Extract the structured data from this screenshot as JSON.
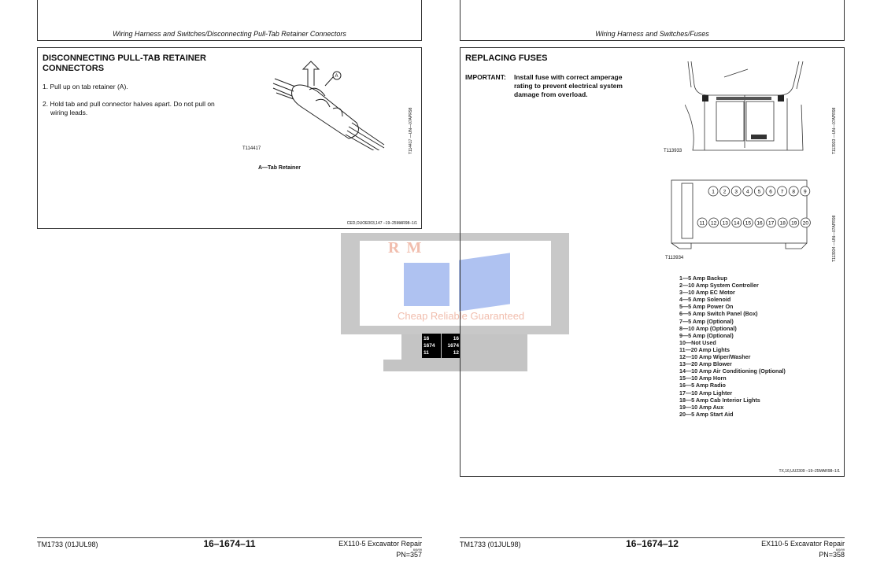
{
  "left_page": {
    "header": "Wiring Harness and Switches/Disconnecting Pull-Tab Retainer Connectors",
    "title": "DISCONNECTING PULL-TAB RETAINER CONNECTORS",
    "steps": [
      "1.  Pull up on tab retainer (A).",
      "2.  Hold tab and pull connector halves apart. Do not pull on wiring leads."
    ],
    "callout": "A",
    "figure_id": "T114417",
    "figure_side_label": "T114417  —UN—07APR98",
    "legend": "A—Tab Retainer",
    "doc_ref": "CED,OUOE003,147   –19–25MAR98–1/1",
    "footer": {
      "manual": "TM1733 (01JUL98)",
      "page": "16–1674–11",
      "book": "EX110-5 Excavator Repair",
      "date": "6/6/99",
      "pn": "PN=357"
    }
  },
  "right_page": {
    "header": "Wiring Harness and Switches/Fuses",
    "title": "REPLACING FUSES",
    "important_label": "IMPORTANT:",
    "important_text": "Install fuse with correct amperage rating to prevent electrical system damage from overload.",
    "figure1_id": "T113933",
    "figure1_side_label": "T113933  —UN—07APR98",
    "figure2_id": "T113934",
    "figure2_side_label": "T113934  —UN—07APR98",
    "fuses": [
      "1—5 Amp Backup",
      "2—10 Amp System Controller",
      "3—10 Amp EC Motor",
      "4—5 Amp Solenoid",
      "5—5 Amp Power On",
      "6—5 Amp Switch Panel (Box)",
      "7—5 Amp (Optional)",
      "8—10 Amp (Optional)",
      "9—5 Amp (Optional)",
      "10—Not Used",
      "11—20 Amp Lights",
      "12—10 Amp Wiper/Washer",
      "13—20 Amp Blower",
      "14—10 Amp Air Conditioning (Optional)",
      "15—10 Amp Horn",
      "16—5 Amp Radio",
      "17—10 Amp Lighter",
      "18—5 Amp Cab Interior Lights",
      "19—10 Amp Aux",
      "20—5 Amp Start Aid"
    ],
    "doc_ref": "TX,16,UU2309   –19–25MAR98–1/1",
    "footer": {
      "manual": "TM1733 (01JUL98)",
      "page": "16–1674–12",
      "book": "EX110-5 Excavator Repair",
      "date": "6/6/99",
      "pn": "PN=358"
    }
  },
  "watermark": {
    "logo_letters": "R M",
    "tagline": "Cheap Reliable Guaranteed",
    "tab_left": [
      "16",
      "1674",
      "11"
    ],
    "tab_right": [
      "16",
      "1674",
      "12"
    ],
    "colors": {
      "gray": "#c4c4c4",
      "blue": "#a9bdf0",
      "orange": "#f0b9a8"
    }
  }
}
